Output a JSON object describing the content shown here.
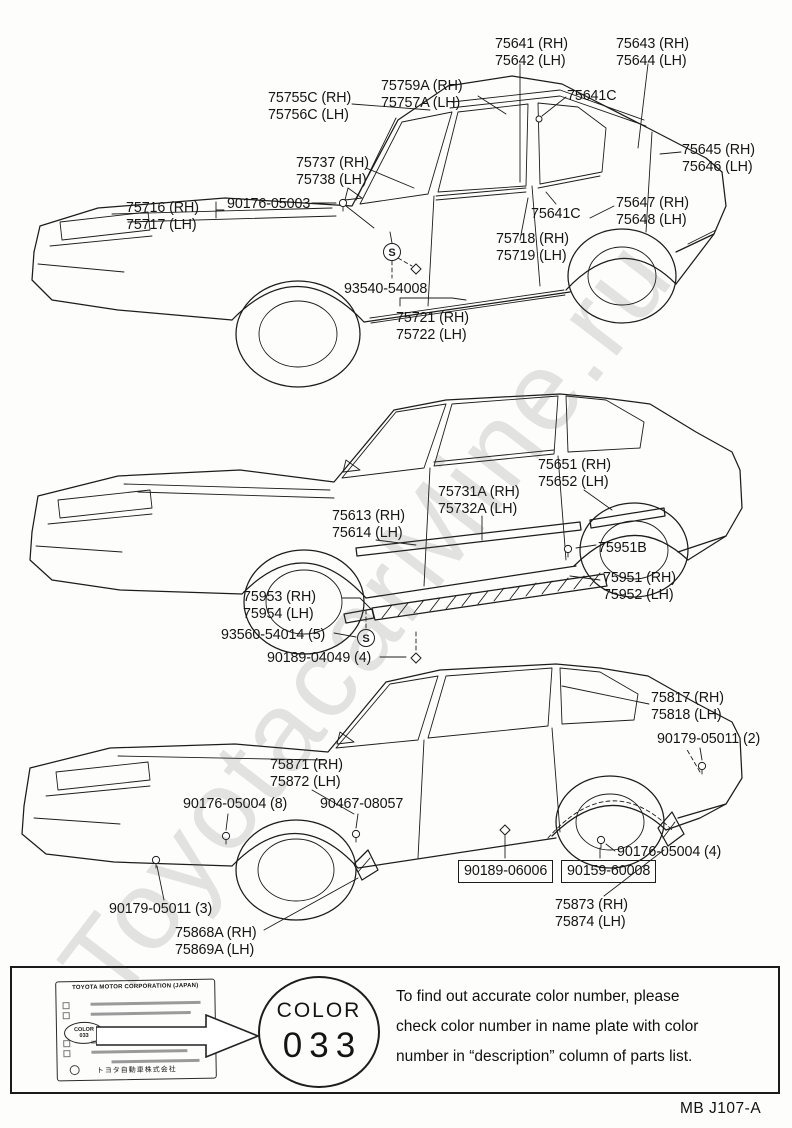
{
  "watermark": "ToyotacarMine.ru",
  "page_code": "MB J107-A",
  "symbols": {
    "circled_s": "S"
  },
  "labels": {
    "t_75641": "75641 (RH)\n75642 (LH)",
    "t_75643": "75643 (RH)\n75644 (LH)",
    "t_75759a": "75759A (RH)\n75757A (LH)",
    "t_75755c": "75755C (RH)\n75756C (LH)",
    "t_75641c_a": "75641C",
    "t_75737": "75737 (RH)\n75738 (LH)",
    "t_75645": "75645 (RH)\n75646 (LH)",
    "t_75716": "75716 (RH)\n75717 (LH)",
    "t_90176_05003": "90176-05003",
    "t_75647": "75647 (RH)\n75648 (LH)",
    "t_75641c_b": "75641C",
    "t_75718": "75718 (RH)\n75719 (LH)",
    "t_93540_54008": "93540-54008",
    "t_75721": "75721 (RH)\n75722 (LH)",
    "m_75651": "75651 (RH)\n75652 (LH)",
    "m_75731a": "75731A (RH)\n75732A (LH)",
    "m_75613": "75613 (RH)\n75614 (LH)",
    "m_75951b": "75951B",
    "m_75951": "75951 (RH)\n75952 (LH)",
    "m_75953": "75953 (RH)\n75954 (LH)",
    "m_93560_54014": "93560-54014 (5)",
    "m_90189_04049": "90189-04049 (4)",
    "b_75817": "75817 (RH)\n75818 (LH)",
    "b_90179_05011_2": "90179-05011 (2)",
    "b_75871": "75871 (RH)\n75872 (LH)",
    "b_90176_05004_8": "90176-05004 (8)",
    "b_90467_08057": "90467-08057",
    "b_90176_05004_4": "90176-05004 (4)",
    "b_90189_06006": "90189-06006",
    "b_90159_60008": "90159-60008",
    "b_75873": "75873 (RH)\n75874 (LH)",
    "b_90179_05011_3": "90179-05011 (3)",
    "b_75868a": "75868A (RH)\n75869A (LH)"
  },
  "legend": {
    "nameplate": {
      "maker": "TOYOTA MOTOR CORPORATION (JAPAN)",
      "color_badge": "COLOR\n033",
      "footer": "トヨタ自動車株式会社"
    },
    "color_circle": {
      "word": "COLOR",
      "number": "033"
    },
    "note_lines": [
      "To find out accurate color number, please",
      "check color number in name plate with color",
      "number in “description” column of parts list."
    ]
  }
}
